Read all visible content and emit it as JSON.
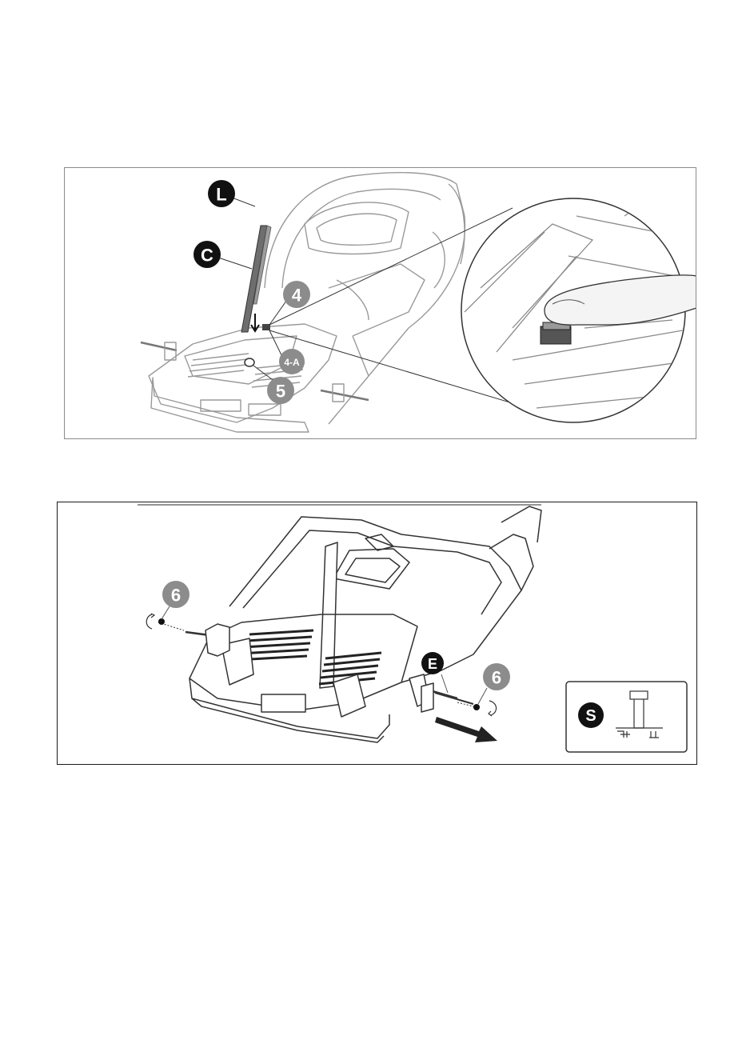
{
  "figure1": {
    "callouts": {
      "L": "L",
      "C": "C",
      "four": "4",
      "four_a": "4-A",
      "five": "5"
    }
  },
  "figure2": {
    "callouts": {
      "six_left": "6",
      "E": "E",
      "six_right": "6",
      "S": "S"
    }
  },
  "colors": {
    "dark_callout": "#111111",
    "grey_callout": "#8c8c8c",
    "line_art": "#333333"
  }
}
